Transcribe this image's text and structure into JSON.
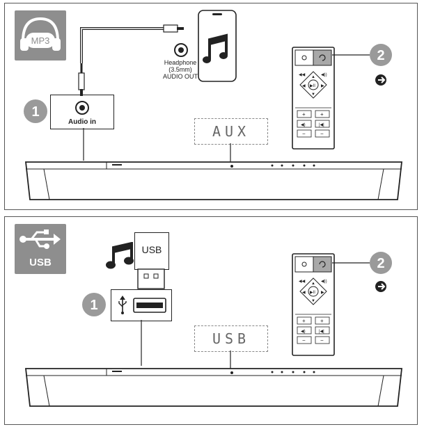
{
  "mp3_panel": {
    "badge_label": "MP3",
    "step1": "1",
    "step2": "2",
    "audio_in_label": "Audio in",
    "phone_jack_label_line1": "Headphone",
    "phone_jack_label_line2": "(3.5mm)",
    "phone_jack_label_line3": "AUDIO OUT",
    "display_text": "AUX"
  },
  "usb_panel": {
    "badge_label": "USB",
    "step1": "1",
    "step2": "2",
    "flash_drive_label": "USB",
    "display_text": "USB"
  },
  "colors": {
    "badge_gray": "#8e8e8e",
    "step_circle_gray": "#9a9a9a",
    "outline": "#222222",
    "highlight_button": "#a8a8a8"
  }
}
